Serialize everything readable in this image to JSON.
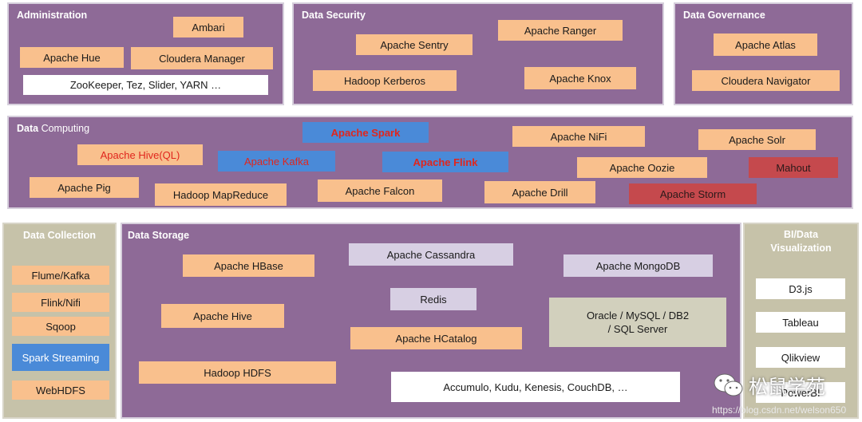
{
  "administration": {
    "title": "Administration",
    "items": [
      "Ambari",
      "Apache Hue",
      "Cloudera Manager",
      "ZooKeeper, Tez, Slider, YARN …"
    ]
  },
  "data_security": {
    "title": "Data Security",
    "items": [
      "Apache Sentry",
      "Apache Ranger",
      "Hadoop Kerberos",
      "Apache Knox"
    ]
  },
  "data_governance": {
    "title": "Data Governance",
    "items": [
      "Apache Atlas",
      "Cloudera Navigator"
    ]
  },
  "data_computing": {
    "title_bold": "Data",
    "title_rest": " Computing",
    "items": [
      "Apache Spark",
      "Apache NiFi",
      "Apache Solr",
      "Apache Hive(QL)",
      "Apache Kafka",
      "Apache Flink",
      "Apache Oozie",
      "Mahout",
      "Apache Pig",
      "Hadoop MapReduce",
      "Apache Falcon",
      "Apache Drill",
      "Apache Storm"
    ]
  },
  "data_collection": {
    "title": "Data Collection",
    "items": [
      "Flume/Kafka",
      "Flink/Nifi",
      "Sqoop",
      "Spark Streaming",
      "WebHDFS"
    ]
  },
  "data_storage": {
    "title": "Data Storage",
    "items": [
      "Apache HBase",
      "Apache Cassandra",
      "Apache MongoDB",
      "Redis",
      "Apache Hive",
      "Oracle / MySQL / DB2 / SQL Server",
      "Apache HCatalog",
      "Hadoop HDFS",
      "Accumulo, Kudu, Kenesis, CouchDB, …"
    ]
  },
  "bi": {
    "title": "BI/Data Visualization",
    "items": [
      "D3.js",
      "Tableau",
      "Qlikview",
      "PowerBI"
    ]
  },
  "watermark": {
    "brand": "松鼠学苑",
    "url": "https://blog.csdn.net/welson650",
    "icon": "wechat-icon"
  },
  "colors": {
    "panel": "#8e6a97",
    "side_panel": "#c6c2a9",
    "orange_box": "#f9c08d",
    "blue_box": "#4a8ad8",
    "red_box": "#c5494d",
    "red_text": "#e0261d"
  }
}
